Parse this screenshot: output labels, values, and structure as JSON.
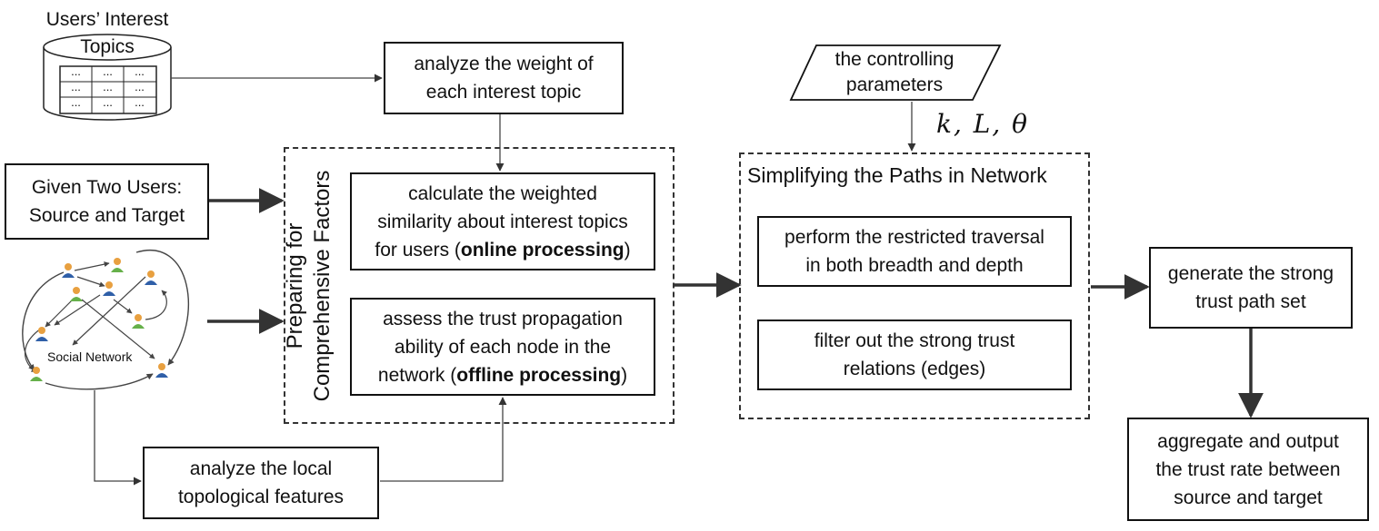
{
  "database": {
    "title_line1": "Users’ Interest",
    "title_line2": "Topics",
    "cells": [
      "...",
      "...",
      "...",
      "...",
      "...",
      "...",
      "...",
      "...",
      "..."
    ]
  },
  "given": {
    "line1": "Given Two Users:",
    "line2": "Source and Target"
  },
  "social_network": {
    "label": "Social Network"
  },
  "analyze_weight": {
    "line1": "analyze the weight of",
    "line2": "each interest topic"
  },
  "preparing": {
    "label_line1": "Preparing  for",
    "label_line2": "Comprehensive Factors",
    "similarity": {
      "line1": "calculate the weighted",
      "line2": "similarity about interest topics",
      "line3_prefix": "for users (",
      "line3_bold": "online processing",
      "line3_suffix": ")"
    },
    "trust": {
      "line1": "assess the trust propagation",
      "line2": "ability of each node in the",
      "line3_prefix": "network (",
      "line3_bold": "offline processing",
      "line3_suffix": ")"
    }
  },
  "local": {
    "line1": "analyze the local",
    "line2": "topological features"
  },
  "controlling": {
    "line1": "the controlling",
    "line2": "parameters",
    "params": "k,  L,  θ"
  },
  "simplifying": {
    "title": "Simplifying the Paths in Network",
    "traversal": {
      "line1": "perform the restricted traversal",
      "line2": "in both breadth and depth"
    },
    "filter": {
      "line1": "filter out the strong trust",
      "line2": "relations (edges)"
    }
  },
  "generate": {
    "line1": "generate the strong",
    "line2": "trust path set"
  },
  "aggregate": {
    "line1": "aggregate and output",
    "line2": "the trust rate between",
    "line3": "source and target"
  },
  "colors": {
    "stroke": "#111111",
    "dashed": "#333333",
    "user_head": "#e8a040",
    "user_blue": "#2f5fa8",
    "user_green": "#66b04a"
  }
}
